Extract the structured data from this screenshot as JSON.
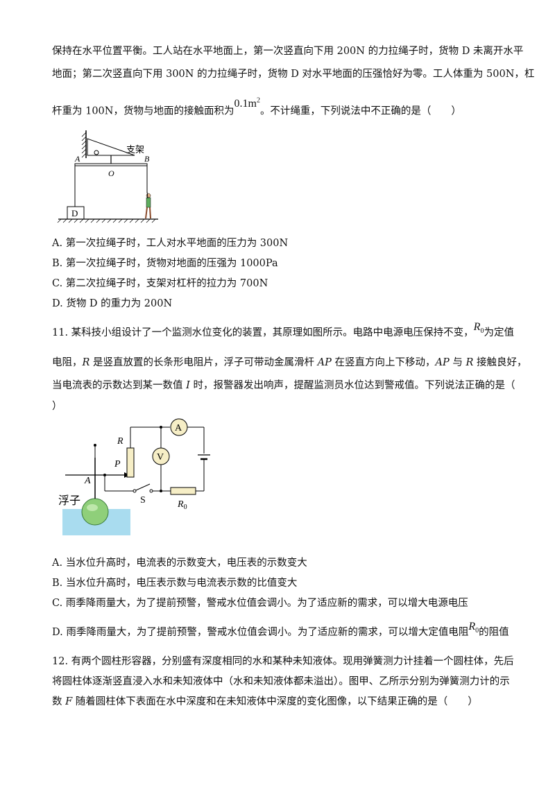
{
  "q10": {
    "line1": "保持在水平位置平衡。工人站在水平地面上，第一次竖直向下用 200N 的力拉绳子时，货物 D 未离开水平",
    "line2": "地面；第二次竖直向下用 300N 的力拉绳子时，货物 D 对水平地面的压强恰好为零。工人体重为 500N，杠",
    "line3_a": "杆重为 100N，货物与地面的接触面积为",
    "area_value": "0.1m",
    "area_exp": "2",
    "line3_b": "。不计绳重，下列说法中不正确的是（　　）",
    "figure": {
      "bracket_label": "支架",
      "A": "A",
      "O": "O",
      "B": "B",
      "D": "D"
    },
    "options": [
      "A.  第一次拉绳子时，工人对水平地面的压力为 300N",
      "B.  第一次拉绳子时，货物对地面的压强为 1000Pa",
      "C.  第二次拉绳子时，支架对杠杆的拉力为 700N",
      "D.  货物 D 的重力为 200N"
    ]
  },
  "q11": {
    "line1_a": "11.  某科技小组设计了一个监测水位变化的装置，其原理如图所示。电路中电源电压保持不变，",
    "r0_sym": "R",
    "r0_sub": "0",
    "line1_b": "为定值",
    "line2_a": "电阻，",
    "line2_R": "R",
    "line2_b": " 是竖直放置的长条形电阻片，浮子可带动金属滑杆 ",
    "line2_AP": "AP",
    "line2_c": " 在竖直方向上下移动，",
    "line2_AP2": "AP",
    "line2_d": " 与 ",
    "line2_R2": "R",
    "line2_e": " 接触良好，",
    "line3_a": "当电流表的示数达到某一数值 ",
    "line3_I": "I",
    "line3_b": " 时，报警器发出响声，提醒监测员水位达到警戒值。下列说法正确的是（",
    "line4": "）",
    "figure": {
      "R": "R",
      "P": "P",
      "A": "A",
      "S": "S",
      "R0": "R",
      "R0_sub": "0",
      "ammeter": "A",
      "voltmeter": "V",
      "float": "浮子"
    },
    "optA": "A.  当水位升高时，电流表的示数变大，电压表的示数变大",
    "optB": "B.  当水位升高时，电压表示数与电流表示数的比值变大",
    "optC": "C.  雨季降雨量大，为了提前预警，警戒水位值会调小。为了适应新的需求，可以增大电源电压",
    "optD_a": "D.  雨季降雨量大，为了提前预警，警戒水位值会调小。为了适应新的需求，可以增大定值电阻",
    "optD_sym": "R",
    "optD_sub": "0",
    "optD_b": "的阻值"
  },
  "q12": {
    "line1": "12.  有两个圆柱形容器，分别盛有深度相同的水和某种未知液体。现用弹簧测力计挂着一个圆柱体，先后",
    "line2": "将圆柱体逐渐竖直浸入水和未知液体中（水和未知液体都未溢出）。图甲、乙所示分别为弹簧测力计的示",
    "line3_a": "数 ",
    "line3_F": "F",
    "line3_b": " 随着圆柱体下表面在水中深度和在未知液体中深度的变化图像，以下结果正确的是（　　）"
  }
}
